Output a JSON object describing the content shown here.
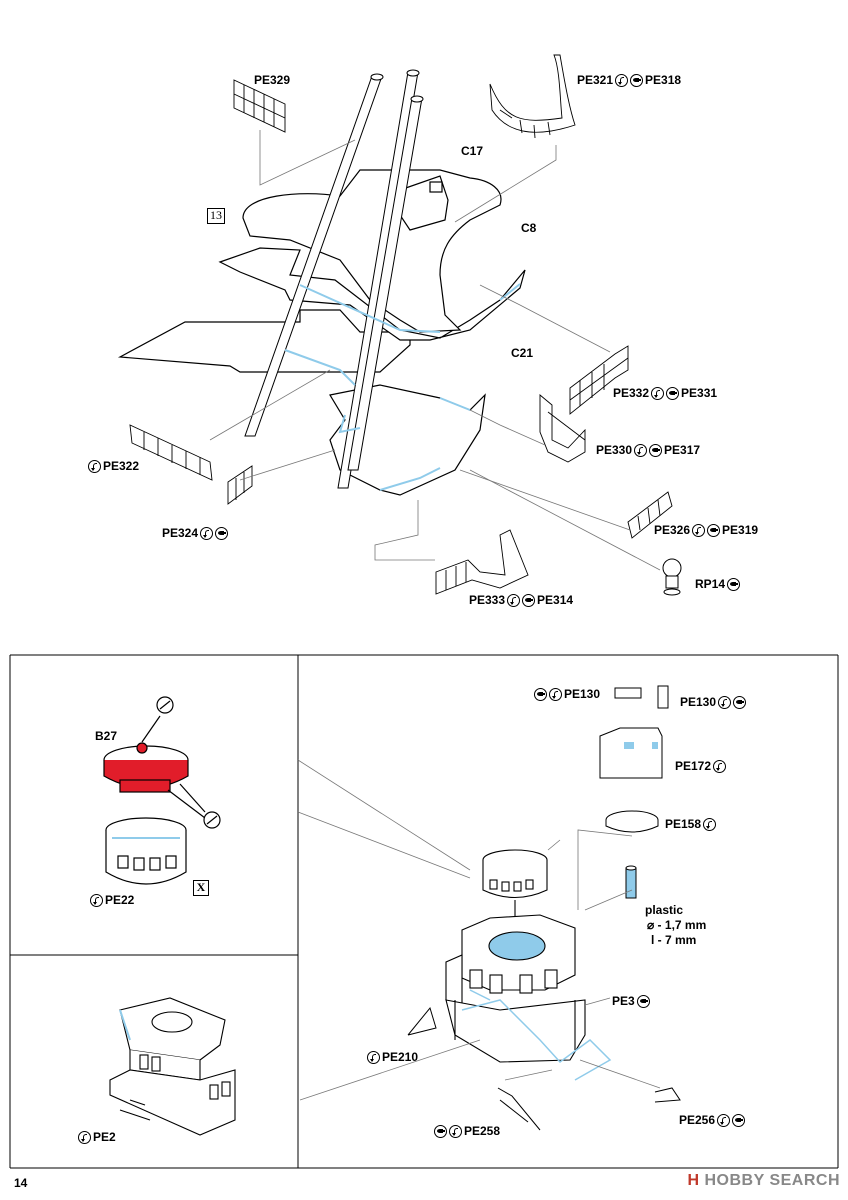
{
  "page_number": "14",
  "watermark": {
    "brand": "HOBBY SEARCH",
    "mark": "H"
  },
  "step_markers": {
    "main": "13",
    "cap": "X"
  },
  "parts": {
    "pe329": "PE329",
    "c17": "C17",
    "c8": "C8",
    "c21": "C21",
    "pe321": "PE321",
    "pe318": "PE318",
    "pe332": "PE332",
    "pe331": "PE331",
    "pe330": "PE330",
    "pe317": "PE317",
    "pe322": "PE322",
    "pe326": "PE326",
    "pe319": "PE319",
    "pe324": "PE324",
    "rp14": "RP14",
    "pe333": "PE333",
    "pe314": "PE314",
    "b27": "B27",
    "pe22": "PE22",
    "pe2": "PE2",
    "pe130a": "PE130",
    "pe130b": "PE130",
    "pe172": "PE172",
    "pe158": "PE158",
    "pe3": "PE3",
    "pe210": "PE210",
    "pe256": "PE256",
    "pe258": "PE258"
  },
  "plastic_rod": {
    "title": "plastic",
    "diameter": "⌀ - 1,7 mm",
    "length": "l - 7 mm"
  },
  "icons": {
    "bend": "bend-icon",
    "glue": "glue-icon"
  },
  "colors": {
    "highlight_blue": "#8fcbea",
    "highlight_red": "#e11d2a",
    "line": "#000000"
  }
}
